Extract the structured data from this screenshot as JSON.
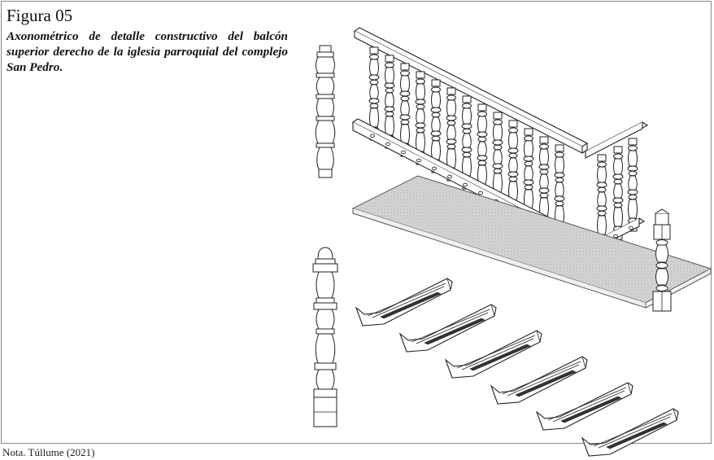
{
  "figure": {
    "label": "Figura 05",
    "title": "Axonométrico de detalle constructivo del balcón superior derecho de la iglesia parroquial del complejo San Pedro."
  },
  "note": "Nota. Túllume (2021)",
  "drawing": {
    "style": "black-and-white line drawing, exploded axonometric",
    "colors": {
      "line": "#222222",
      "panel_hatch": "#bdbdbd",
      "background": "#ffffff"
    },
    "components": {
      "balusters_long_side": 13,
      "balusters_short_side": 3,
      "brackets": 6
    }
  }
}
